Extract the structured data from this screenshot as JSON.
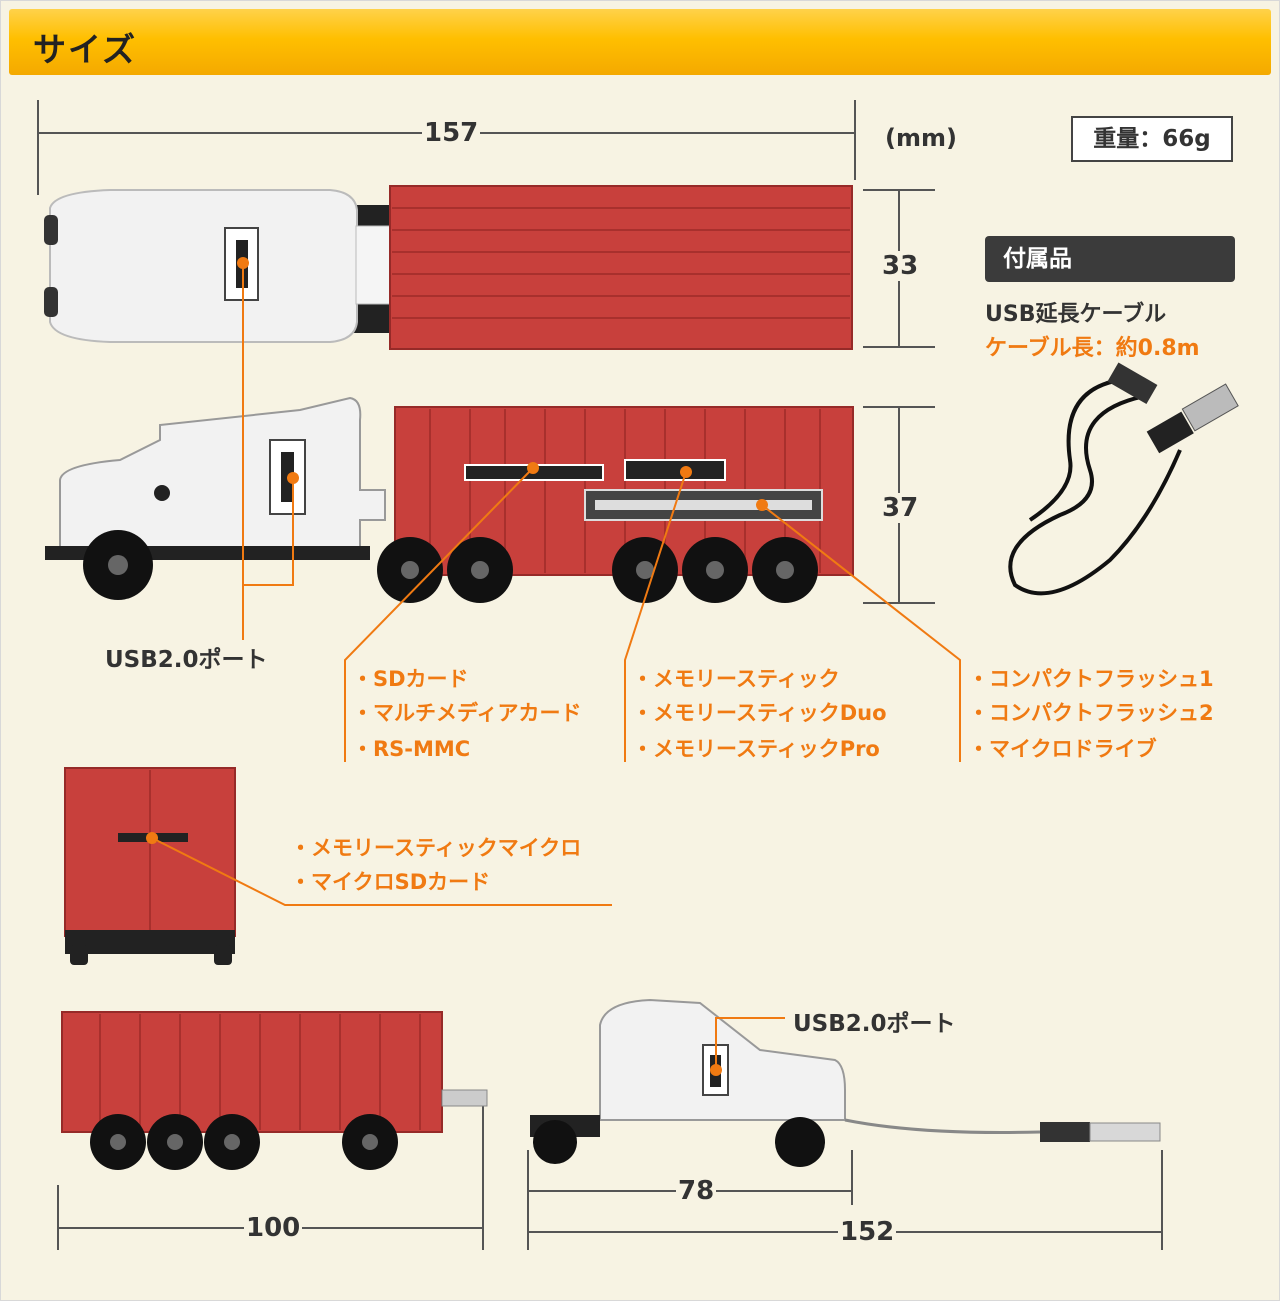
{
  "header": {
    "title": "サイズ"
  },
  "unit": "(mm)",
  "weight": "重量：66g",
  "accessory": {
    "heading": "付属品",
    "name": "USB延長ケーブル",
    "length": "ケーブル長：約0.8m"
  },
  "dimensions": {
    "top_length": "157",
    "top_height": "33",
    "side_height": "37",
    "trailer_length": "100",
    "cab_length": "78",
    "cab_with_cable": "152"
  },
  "labels": {
    "usb_port_side": "USB2.0ポート",
    "usb_port_cab": "USB2.0ポート"
  },
  "slots": {
    "group1": [
      "・SDカード",
      "・マルチメディアカード",
      "・RS-MMC"
    ],
    "group2": [
      "・メモリースティック",
      "・メモリースティックDuo",
      "・メモリースティックPro"
    ],
    "group3": [
      "・コンパクトフラッシュ1",
      "・コンパクトフラッシュ2",
      "・マイクロドライブ"
    ],
    "rear": [
      "・メモリースティックマイクロ",
      "・マイクロSDカード"
    ]
  },
  "colors": {
    "accent": "#f07a12",
    "trailer": "#c8403c",
    "header": "#ffbf00"
  }
}
